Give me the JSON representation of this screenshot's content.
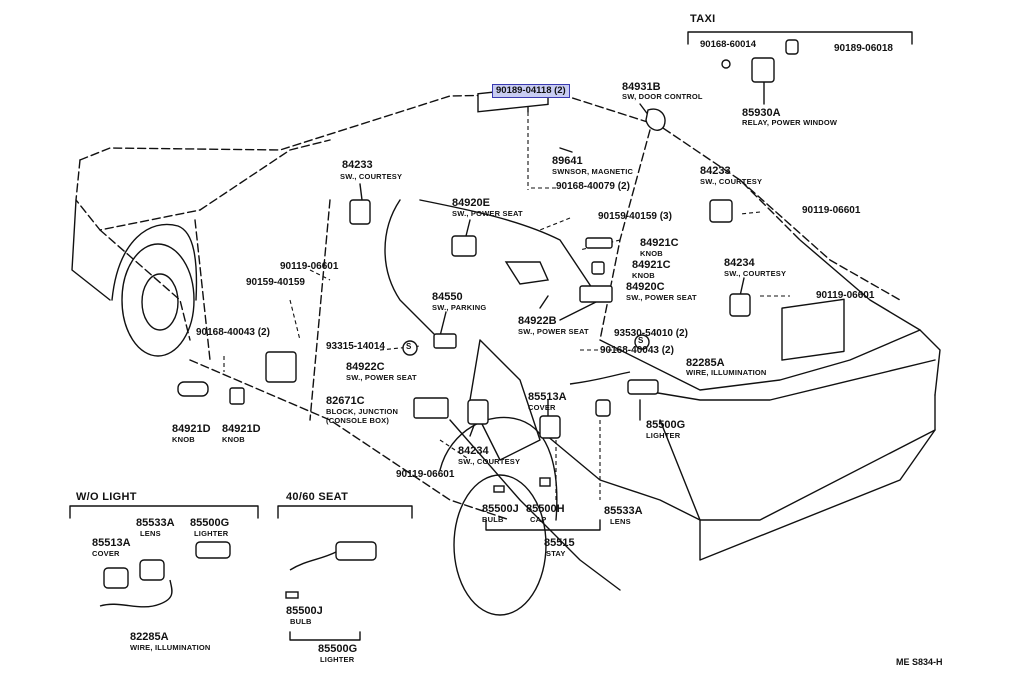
{
  "groups": {
    "taxi": "TAXI",
    "wo_light": "W/O LIGHT",
    "seat_4060": "40/60 SEAT"
  },
  "parts": {
    "p90189_04118": "90189-04118 (2)",
    "p84931b": "84931B",
    "p84931b_desc": "SW, DOOR  CONTROL",
    "p90168_60014": "90168-60014",
    "p90189_06018": "90189-06018",
    "p85930a": "85930A",
    "p85930a_desc": "RELAY, POWER WINDOW",
    "p89641": "89641",
    "p89641_desc": "SWNSOR, MAGNETIC",
    "p90168_40079": "90168-40079 (2)",
    "p84233_l": "84233",
    "p84233_l_desc": "SW., COURTESY",
    "p84233_r": "84233",
    "p84233_r_desc": "SW., COURTESY",
    "p84920e": "84920E",
    "p84920e_desc": "SW., POWER SEAT",
    "p90159_40159_3": "90159-40159 (3)",
    "p90119_06601_r1": "90119-06601",
    "p84921c_a": "84921C",
    "p84921c_a_desc": "KNOB",
    "p84921c_b": "84921C",
    "p84921c_b_desc": "KNOB",
    "p84920c": "84920C",
    "p84920c_desc": "SW., POWER SEAT",
    "p84234_r": "84234",
    "p84234_r_desc": "SW., COURTESY",
    "p90119_06601_r2": "90119-06601",
    "p90119_06601_l": "90119-06601",
    "p90159_40159": "90159-40159",
    "p84550": "84550",
    "p84550_desc": "SW., PARKING",
    "p84922b": "84922B",
    "p84922b_desc": "SW., POWER SEAT",
    "p93530_54010": "93530-54010 (2)",
    "p90168_40043_l": "90168-40043 (2)",
    "p93315_14014": "93315-14014",
    "p90168_40043_r": "90168-40043 (2)",
    "p82285a": "82285A",
    "p82285a_desc": "WIRE, ILLUMINATION",
    "p84922c": "84922C",
    "p84922c_desc": "SW., POWER SEAT",
    "p82671c": "82671C",
    "p82671c_desc1": "BLOCK, JUNCTION",
    "p82671c_desc2": "(CONSOLE BOX)",
    "p85513a": "85513A",
    "p85513a_desc": "COVER",
    "p85500g": "85500G",
    "p85500g_desc": "LIGHTER",
    "p84921d_a": "84921D",
    "p84921d_a_desc": "KNOB",
    "p84921d_b": "84921D",
    "p84921d_b_desc": "KNOB",
    "p84234_l": "84234",
    "p84234_l_desc": "SW., COURTESY",
    "p90119_06601_b": "90119-06601",
    "p85500j": "85500J",
    "p85500j_desc": "BULB",
    "p85500h": "85500H",
    "p85500h_desc": "CAP",
    "p85533a": "85533A",
    "p85533a_desc": "LENS",
    "p85515": "85515",
    "p85515_desc": "STAY",
    "s": "S"
  },
  "wo_light_parts": {
    "p85533a": "85533A",
    "p85533a_desc": "LENS",
    "p85500g": "85500G",
    "p85500g_desc": "LIGHTER",
    "p85513a": "85513A",
    "p85513a_desc": "COVER",
    "p82285a": "82285A",
    "p82285a_desc": "WIRE, ILLUMINATION"
  },
  "seat_parts": {
    "p85500j": "85500J",
    "p85500j_desc": "BULB",
    "p85500g": "85500G",
    "p85500g_desc": "LIGHTER"
  },
  "footer": {
    "code": "ME  S834-H"
  },
  "colors": {
    "ink": "#111111",
    "highlight_fill": "#c9cdf2",
    "highlight_border": "#3a3ab0"
  }
}
